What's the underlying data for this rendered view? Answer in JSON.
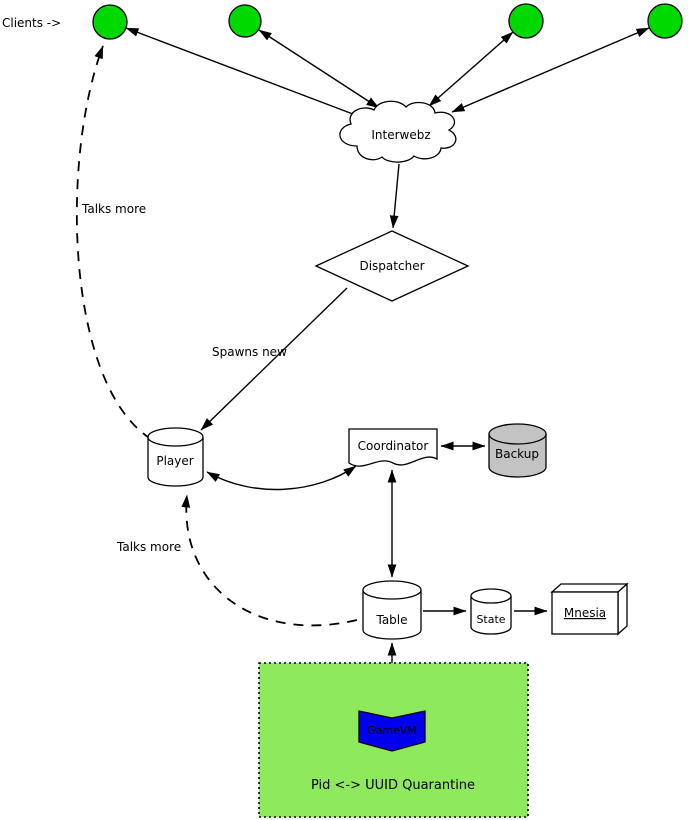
{
  "diagram": {
    "clients_label": "Clients ->",
    "nodes": {
      "interwebz": {
        "label": "Interwebz"
      },
      "dispatcher": {
        "label": "Dispatcher"
      },
      "player": {
        "label": "Player"
      },
      "coordinator": {
        "label": "Coordinator"
      },
      "backup": {
        "label": "Backup"
      },
      "table": {
        "label": "Table"
      },
      "state": {
        "label": "State"
      },
      "mnesia": {
        "label": "Mnesia"
      },
      "gamevm": {
        "label": "GameVM"
      },
      "quarantine": {
        "label": "Pid <-> UUID Quarantine"
      }
    },
    "edges": {
      "spawns_new": "Spawns new",
      "talks_more_client": "Talks more",
      "talks_more_player": "Talks more"
    },
    "colors": {
      "client_fill": "#00d900",
      "node_fill": "#ffffff",
      "backup_fill": "#c3c3c3",
      "quarantine_fill": "#8ee95c",
      "gamevm_fill": "#0000ee"
    }
  }
}
